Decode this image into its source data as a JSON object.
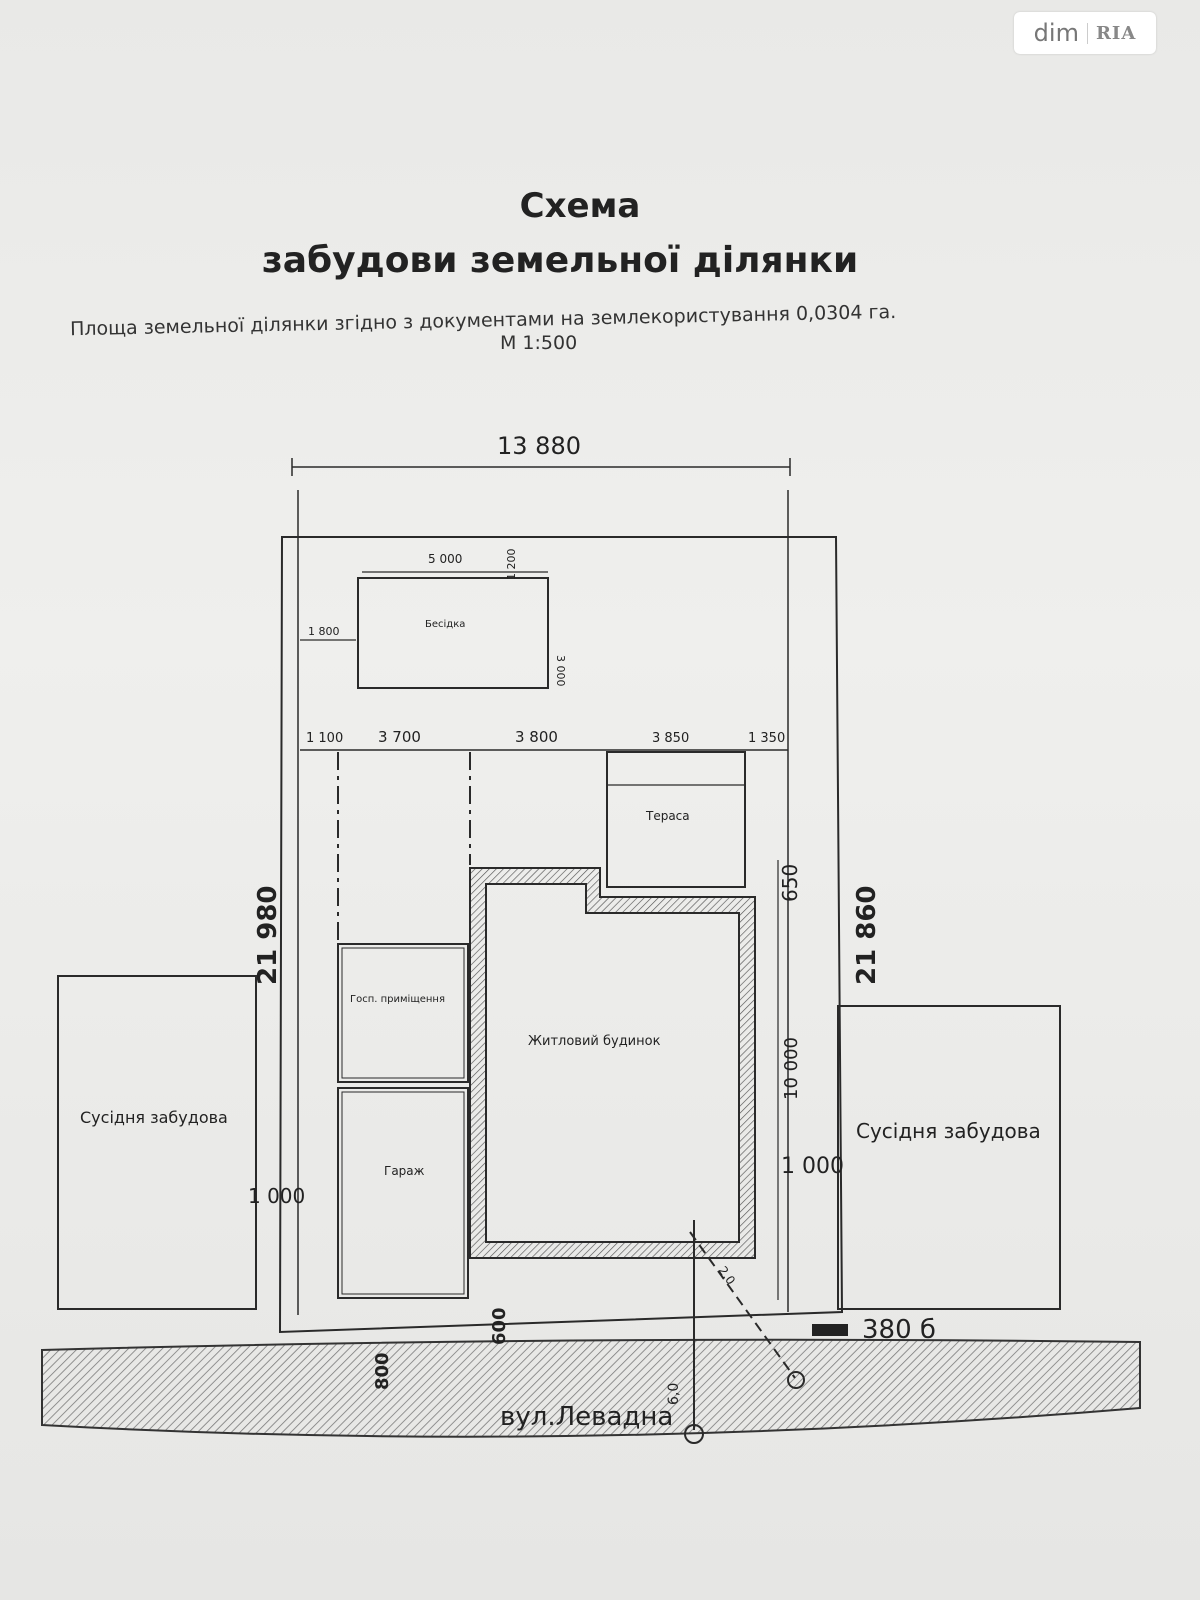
{
  "watermark": {
    "brand": "dim",
    "sub": "RIA"
  },
  "title": {
    "line1": "Схема",
    "line2": "забудови земельної ділянки"
  },
  "subtitle": {
    "area_text": "Площа земельної ділянки згідно з документами на землекористування   0,0304 га.",
    "scale": "М 1:500"
  },
  "dimensions": {
    "top_width": "13 880",
    "left_height": "21 980",
    "right_height": "21 860",
    "gazebo_width": "5 000",
    "gazebo_depth": "1 200",
    "gazebo_height": "3 000",
    "gazebo_offset": "1 800",
    "row_1": "1 100",
    "row_2": "3 700",
    "row_3": "3 800",
    "row_4": "3 850",
    "row_5": "1 350",
    "terrace_gap": "650",
    "house_depth": "10 000",
    "side_right": "1 000",
    "side_left": "1 000",
    "front_600": "600",
    "front_800": "800",
    "corner_note": "380 б",
    "diag_1": "6,0",
    "diag_2": "2,0"
  },
  "labels": {
    "gazebo": "Бесідка",
    "terrace": "Тераса",
    "house": "Житловий будинок",
    "utility": "Госп. приміщення",
    "garage": "Гараж",
    "neighbor_left": "Сусідня забудова",
    "neighbor_right": "Сусідня забудова",
    "street": "вул.Левадна"
  },
  "colors": {
    "ink": "#2a2a2a",
    "paper": "#ececea",
    "hatch": "#8a8a8a"
  }
}
